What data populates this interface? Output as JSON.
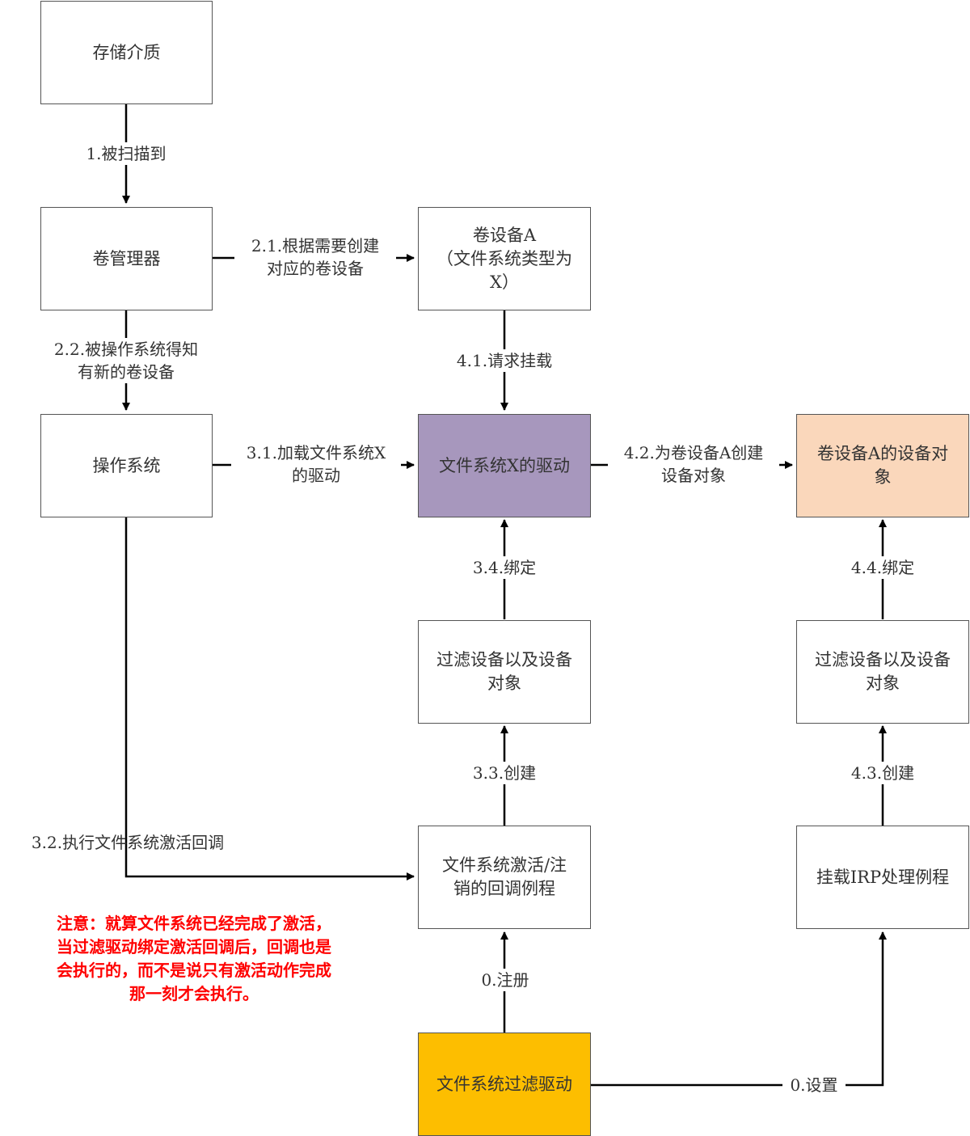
{
  "nodes": {
    "storage_media": {
      "label": "存储介质",
      "fill": "#ffffff"
    },
    "volume_manager": {
      "label": "卷管理器",
      "fill": "#ffffff"
    },
    "volume_device_a": {
      "label": "卷设备A（文件系统类型为X）",
      "fill": "#ffffff"
    },
    "operating_system": {
      "label": "操作系统",
      "fill": "#ffffff"
    },
    "fs_x_driver": {
      "label": "文件系统X的驱动",
      "fill": "#a797bd"
    },
    "volume_device_a_object": {
      "label": "卷设备A的设备对象",
      "fill": "#fad7bb"
    },
    "filter_device_left": {
      "label": "过滤设备以及设备对象",
      "fill": "#ffffff"
    },
    "filter_device_right": {
      "label": "过滤设备以及设备对象",
      "fill": "#ffffff"
    },
    "fs_callback_routine": {
      "label": "文件系统激活/注销的回调例程",
      "fill": "#ffffff"
    },
    "mount_irp_routine": {
      "label": "挂载IRP处理例程",
      "fill": "#ffffff"
    },
    "fs_filter_driver": {
      "label": "文件系统过滤驱动",
      "fill": "#fdbe00"
    }
  },
  "edges": {
    "e1": {
      "label": "1.被扫描到",
      "from": "storage_media",
      "to": "volume_manager"
    },
    "e21": {
      "label": "2.1.根据需要创建对应的卷设备",
      "from": "volume_manager",
      "to": "volume_device_a"
    },
    "e22": {
      "label": "2.2.被操作系统得知有新的卷设备",
      "from": "volume_manager",
      "to": "operating_system"
    },
    "e31": {
      "label": "3.1.加载文件系统X的驱动",
      "from": "operating_system",
      "to": "fs_x_driver"
    },
    "e32": {
      "label": "3.2.执行文件系统激活回调",
      "from": "operating_system",
      "to": "fs_callback_routine"
    },
    "e33": {
      "label": "3.3.创建",
      "from": "fs_callback_routine",
      "to": "filter_device_left"
    },
    "e34": {
      "label": "3.4.绑定",
      "from": "filter_device_left",
      "to": "fs_x_driver"
    },
    "e41": {
      "label": "4.1.请求挂载",
      "from": "volume_device_a",
      "to": "fs_x_driver"
    },
    "e42": {
      "label": "4.2.为卷设备A创建设备对象",
      "from": "fs_x_driver",
      "to": "volume_device_a_object"
    },
    "e43": {
      "label": "4.3.创建",
      "from": "mount_irp_routine",
      "to": "filter_device_right"
    },
    "e44": {
      "label": "4.4.绑定",
      "from": "filter_device_right",
      "to": "volume_device_a_object"
    },
    "e0a": {
      "label": "0.注册",
      "from": "fs_filter_driver",
      "to": "fs_callback_routine"
    },
    "e0b": {
      "label": "0.设置",
      "from": "fs_filter_driver",
      "to": "mount_irp_routine"
    }
  },
  "label_lines": {
    "volume_device_a": [
      "卷设备A",
      "（文件系统类型为",
      "X）"
    ],
    "volume_device_a_object": [
      "卷设备A的设备对",
      "象"
    ],
    "filter_device": [
      "过滤设备以及设备",
      "对象"
    ],
    "fs_callback_routine": [
      "文件系统激活/注",
      "销的回调例程"
    ],
    "e21": [
      "2.1.根据需要创建",
      "对应的卷设备"
    ],
    "e22": [
      "2.2.被操作系统得知",
      "有新的卷设备"
    ],
    "e31": [
      "3.1.加载文件系统X",
      "的驱动"
    ],
    "e42": [
      "4.2.为卷设备A创建",
      "设备对象"
    ]
  },
  "note": {
    "text": "注意：就算文件系统已经完成了激活，当过滤驱动绑定激活回调后，回调也是会执行的，而不是说只有激活动作完成那一刻才会执行。",
    "lines": [
      "注意：就算文件系统已经完成了激活，",
      "当过滤驱动绑定激活回调后，回调也是",
      "会执行的，而不是说只有激活动作完成",
      "那一刻才会执行。"
    ],
    "color": "#ff0000"
  }
}
